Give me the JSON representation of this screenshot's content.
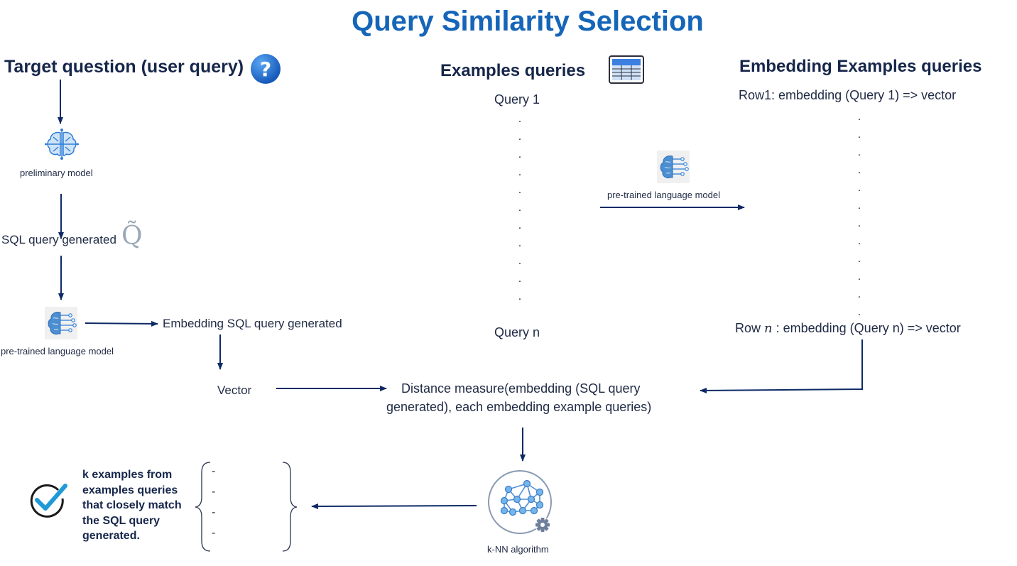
{
  "title": "Query Similarity Selection",
  "left": {
    "heading": "Target question (user query)",
    "preliminary_model": "preliminary model",
    "sql_generated": "SQL query generated",
    "q_symbol": "Q̃",
    "plm_label": "pre-trained language model",
    "embedding_generated": "Embedding SQL query generated",
    "vector": "Vector"
  },
  "middle": {
    "heading": "Examples queries",
    "query_first": "Query 1",
    "query_last": "Query n",
    "dots": ".\n.\n.\n.\n.\n.\n.\n.\n.\n.\n.",
    "plm_label": "pre-trained language model"
  },
  "right": {
    "heading": "Embedding Examples queries",
    "row_first": "Row1: embedding (Query 1) => vector",
    "row_last_prefix": "Row ",
    "row_last_n": "n",
    "row_last_suffix": " : embedding (Query n) => vector",
    "dots": ".\n.\n.\n.\n.\n.\n.\n.\n.\n.\n.\n."
  },
  "distance": {
    "line1": "Distance measure(embedding (SQL query",
    "line2": "generated), each embedding example queries)"
  },
  "knn_label": "k-NN algorithm",
  "result": {
    "text": "k examples from examples queries that closely match the SQL query generated.",
    "items": [
      "-",
      "-",
      "-",
      "-"
    ]
  },
  "colors": {
    "title": "#1565b8",
    "arrow": "#0d2a66",
    "accent": "#2f7fd8"
  },
  "icons": [
    "question-icon",
    "brain-circuit-icon",
    "brain-network-icon",
    "table-icon",
    "neural-network-icon",
    "gear-icon",
    "checkmark-icon"
  ]
}
